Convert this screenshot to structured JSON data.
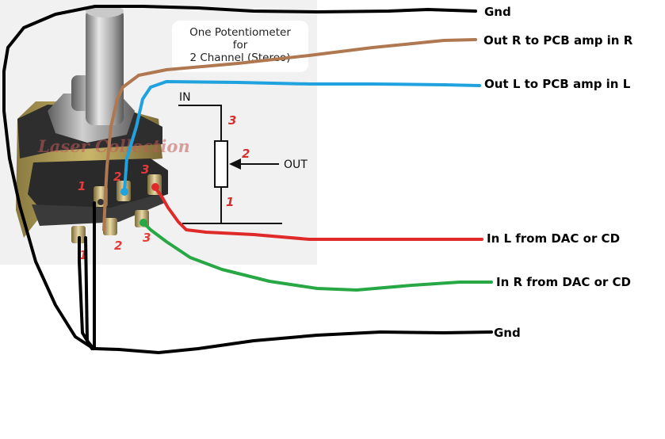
{
  "title_box": {
    "line1": "One Potentiometer",
    "line2": "for",
    "line3": "2 Channel (Stereo)"
  },
  "watermark": "Laser Collection",
  "schematic": {
    "in_label": "IN",
    "out_label": "OUT",
    "pin3": "3",
    "pin2": "2",
    "pin1": "1"
  },
  "pins": {
    "front": [
      "1",
      "2",
      "3"
    ],
    "rear": [
      "1",
      "2",
      "3"
    ]
  },
  "wires": [
    {
      "id": "gnd_top",
      "label": "Gnd",
      "color": "#000000"
    },
    {
      "id": "out_r",
      "label": "Out R to PCB amp in R",
      "color": "#b07850"
    },
    {
      "id": "out_l",
      "label": "Out L to PCB amp in L",
      "color": "#1fa2dd"
    },
    {
      "id": "in_l",
      "label": "In L from DAC or CD",
      "color": "#e02a2a"
    },
    {
      "id": "in_r",
      "label": "In R from DAC or CD",
      "color": "#28a845"
    },
    {
      "id": "gnd_bottom",
      "label": "Gnd",
      "color": "#000000"
    }
  ]
}
